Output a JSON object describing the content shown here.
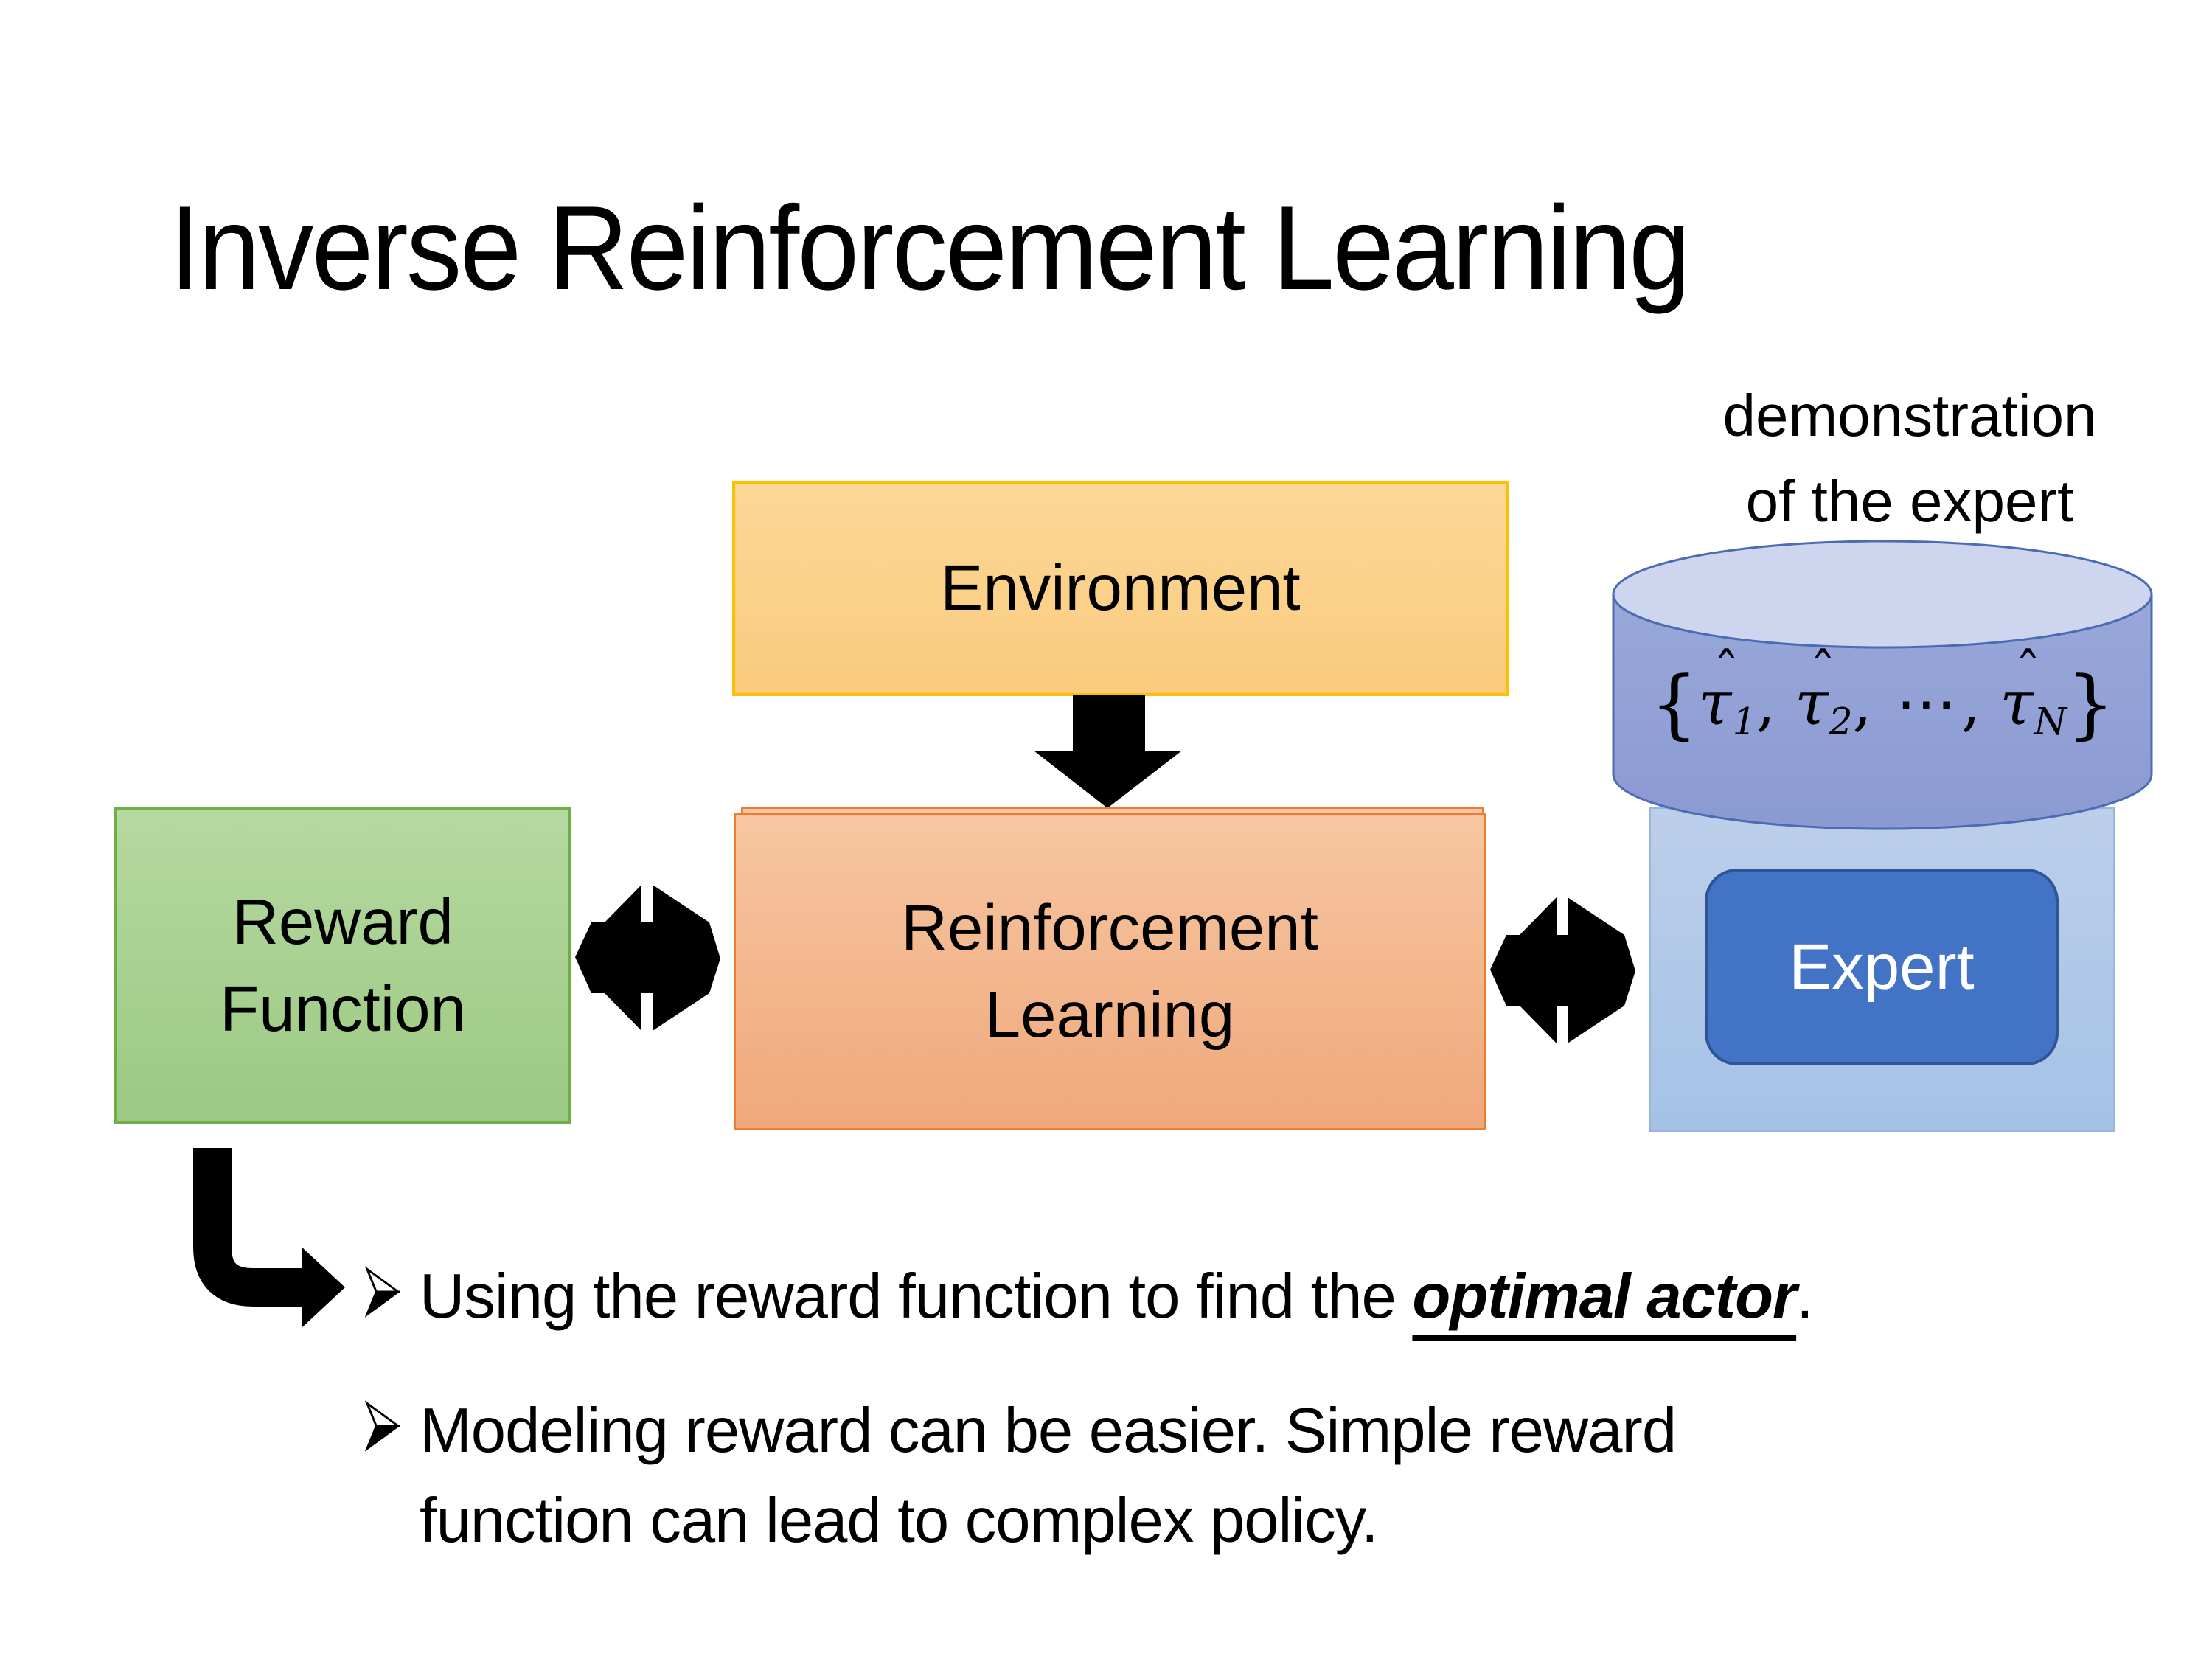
{
  "slide": {
    "title": "Inverse Reinforcement Learning",
    "annotation": {
      "line1": "demonstration",
      "line2": "of the expert"
    },
    "environment_box": {
      "label": "Environment"
    },
    "reward_box": {
      "line1": "Reward",
      "line2": "Function"
    },
    "rl_box": {
      "line1": "Reinforcement",
      "line2": "Learning"
    },
    "expert_box": {
      "label": "Expert"
    },
    "demo_database": {
      "formula": {
        "open": "{",
        "tau": "τ",
        "hat": "ˆ",
        "sub1": "1",
        "sub2": "2",
        "subN": "N",
        "comma": ",",
        "dots": "⋯",
        "close": "}"
      }
    },
    "bullets": {
      "b1_prefix": "Using the reward function to find the ",
      "b1_emphasis": "optimal actor",
      "b1_suffix": ".",
      "b2_line1": "Modeling reward can be easier. Simple reward",
      "b2_line2": "function can lead to complex policy."
    },
    "icons": {
      "down_arrow": "block-down-arrow",
      "double_arrow": "opposing-double-arrow",
      "bent_arrow": "bent-elbow-arrow",
      "bullet_glyph": "3d-arrowhead-bullet",
      "database": "cylinder-database"
    },
    "colors": {
      "background": "#FFFFFF",
      "text": "#000000",
      "arrow": "#000000",
      "environment_fill_top": "#FCD797",
      "environment_fill_bottom": "#FACB7E",
      "environment_border": "#FFC000",
      "reward_fill_top": "#B5D9A0",
      "reward_fill_bottom": "#9CC983",
      "reward_border": "#70AD47",
      "rl_fill_top": "#F7C6A1",
      "rl_fill_bottom": "#EFA87B",
      "rl_border": "#ED7D31",
      "expert_panel_fill_top": "#BCCFEA",
      "expert_panel_fill_bottom": "#A5C2E6",
      "expert_panel_border": "#9AB6DF",
      "expert_fill": "#4273C5",
      "expert_border": "#2F5597",
      "expert_text": "#FFFFFF",
      "cylinder_top_fill": "#CDD6EE",
      "cylinder_body_top": "#99A8DA",
      "cylinder_body_bottom": "#8A9AD2",
      "cylinder_border": "#4D6BB5"
    }
  }
}
